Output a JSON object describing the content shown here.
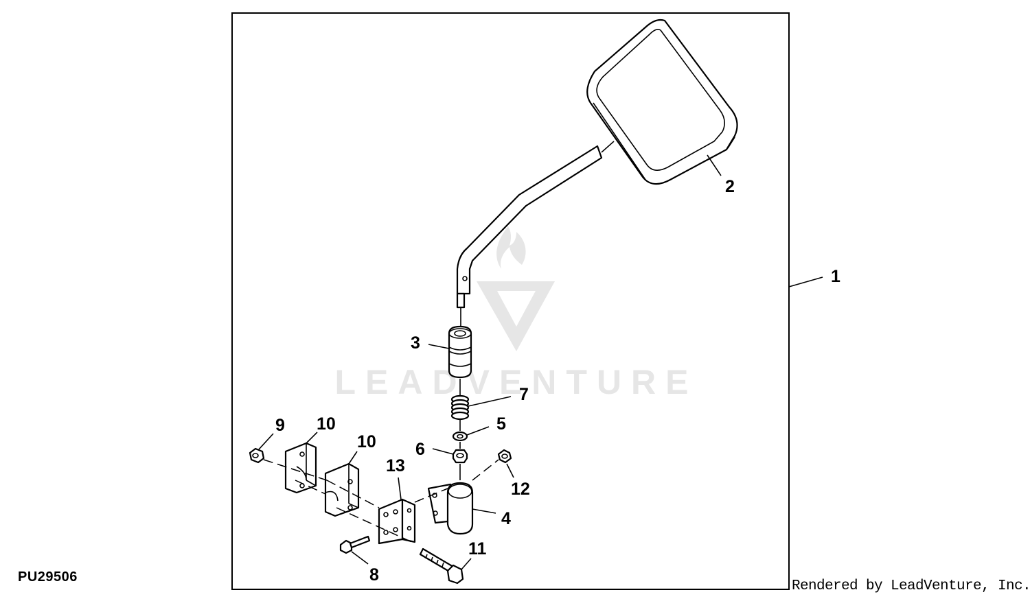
{
  "diagram": {
    "figure_id": "PU29506",
    "credit": "Rendered by LeadVenture, Inc.",
    "watermark": "LEADVENTURE",
    "callouts": {
      "c1": "1",
      "c2": "2",
      "c3": "3",
      "c4": "4",
      "c5": "5",
      "c6": "6",
      "c7": "7",
      "c8": "8",
      "c9": "9",
      "c10a": "10",
      "c10b": "10",
      "c11": "11",
      "c12": "12",
      "c13": "13"
    },
    "colors": {
      "line": "#000000",
      "background": "#ffffff",
      "watermark": "#e6e6e6"
    }
  }
}
